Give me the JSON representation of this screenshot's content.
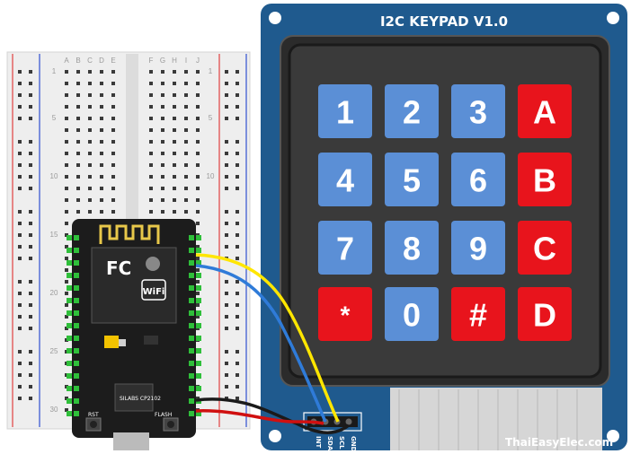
{
  "keypad": {
    "title": "I2C KEYPAD V1.0",
    "keys": [
      {
        "label": "1",
        "type": "number"
      },
      {
        "label": "2",
        "type": "number"
      },
      {
        "label": "3",
        "type": "number"
      },
      {
        "label": "A",
        "type": "letter"
      },
      {
        "label": "4",
        "type": "number"
      },
      {
        "label": "5",
        "type": "number"
      },
      {
        "label": "6",
        "type": "number"
      },
      {
        "label": "B",
        "type": "letter"
      },
      {
        "label": "7",
        "type": "number"
      },
      {
        "label": "8",
        "type": "number"
      },
      {
        "label": "9",
        "type": "number"
      },
      {
        "label": "C",
        "type": "letter"
      },
      {
        "label": "*",
        "type": "symbol"
      },
      {
        "label": "0",
        "type": "number"
      },
      {
        "label": "#",
        "type": "symbol"
      },
      {
        "label": "D",
        "type": "letter"
      }
    ],
    "connector_pins": [
      "INT",
      "SDA",
      "SCL",
      "GND"
    ],
    "brand": "ThaiEasyElec.com"
  },
  "breadboard": {
    "column_letters_left": [
      "A",
      "B",
      "C",
      "D",
      "E"
    ],
    "column_letters_right": [
      "F",
      "G",
      "H",
      "I",
      "J"
    ],
    "row_numbers": [
      "1",
      "5",
      "10",
      "15",
      "20",
      "25",
      "30"
    ]
  },
  "nodemcu": {
    "logo_text": "FC",
    "wifi_text": "WiFi",
    "chip_label": "SILABS CP2102",
    "button_left": "RST",
    "button_right": "FLASH"
  },
  "colors": {
    "board_blue": "#1f5a8e",
    "keypad_face": "#3a3a3a",
    "key_blue": "#5b8fd6",
    "key_red": "#e8141c",
    "wire_yellow": "#ffe600",
    "wire_blue": "#2f7bd8",
    "wire_red": "#d01010",
    "wire_black": "#1a1a1a",
    "breadboard": "#eeeeee"
  }
}
